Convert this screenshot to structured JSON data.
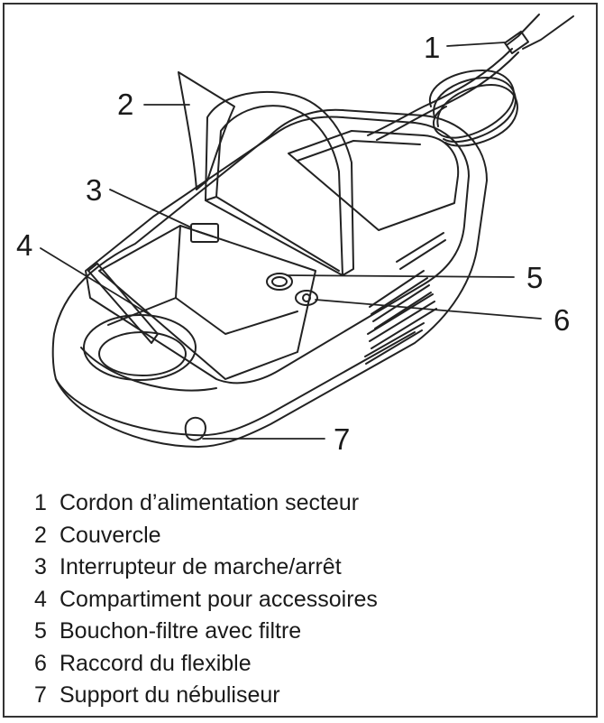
{
  "colors": {
    "line": "#222222",
    "frame": "#333333",
    "background": "#ffffff"
  },
  "callouts": [
    {
      "number": "1",
      "part": "power-cord"
    },
    {
      "number": "2",
      "part": "lid"
    },
    {
      "number": "3",
      "part": "on-off-switch"
    },
    {
      "number": "4",
      "part": "accessory-compartment"
    },
    {
      "number": "5",
      "part": "filter-cap"
    },
    {
      "number": "6",
      "part": "hose-connector"
    },
    {
      "number": "7",
      "part": "nebulizer-holder"
    }
  ],
  "legend": [
    {
      "num": "1",
      "label": "Cordon d’alimentation secteur"
    },
    {
      "num": "2",
      "label": "Couvercle"
    },
    {
      "num": "3",
      "label": "Interrupteur de marche/arrêt"
    },
    {
      "num": "4",
      "label": "Compartiment pour accessoires"
    },
    {
      "num": "5",
      "label": "Bouchon-filtre avec filtre"
    },
    {
      "num": "6",
      "label": "Raccord du flexible"
    },
    {
      "num": "7",
      "label": "Support du nébuliseur"
    }
  ]
}
